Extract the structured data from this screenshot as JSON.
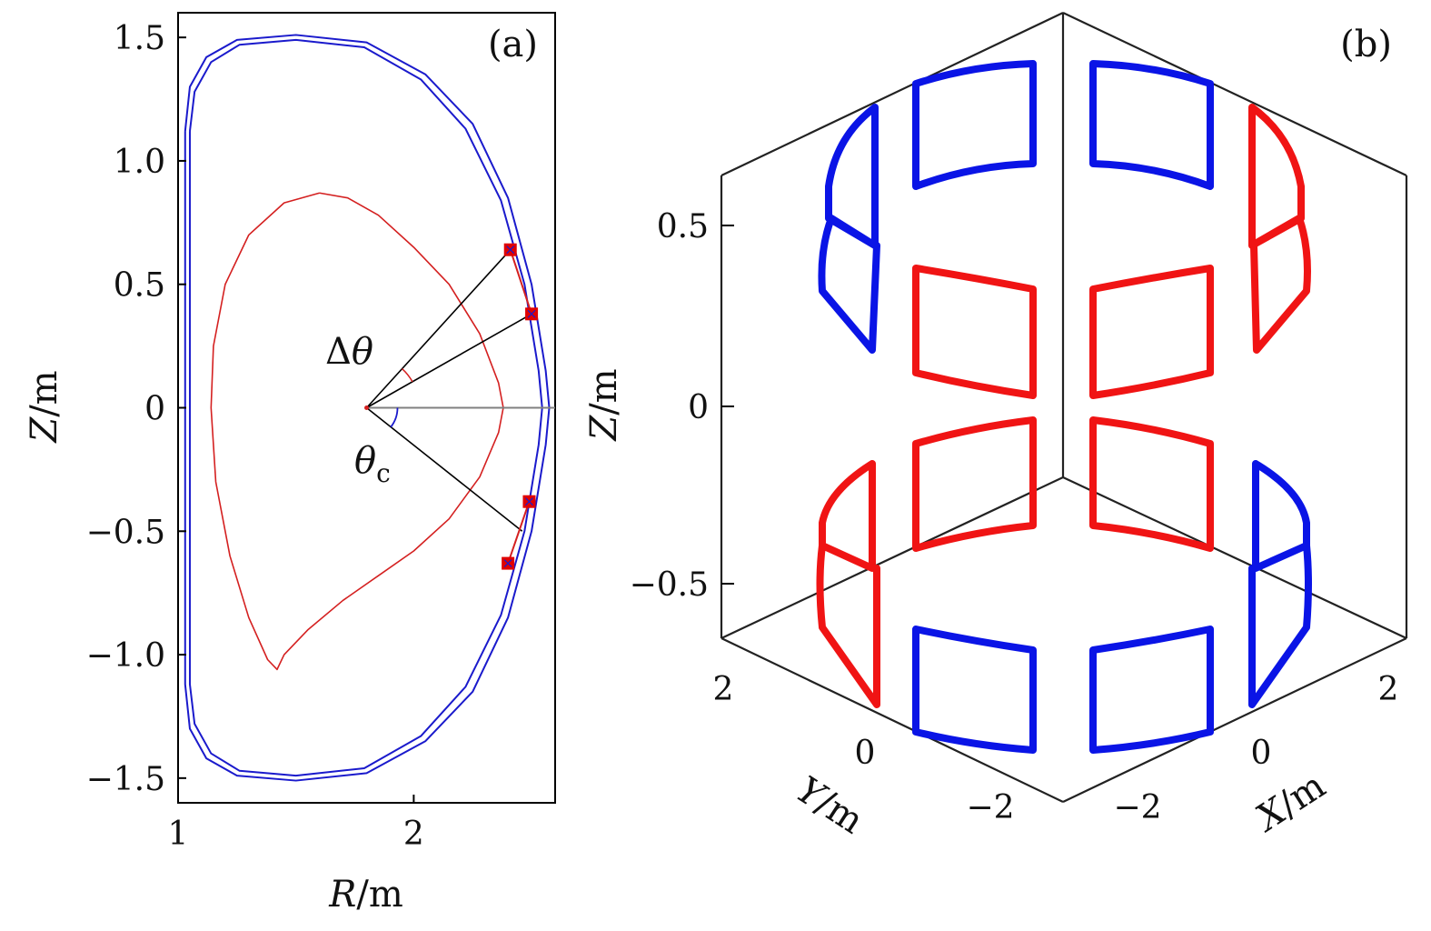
{
  "chart_data": [
    {
      "panel": "(a)",
      "type": "line",
      "xlabel": {
        "var": "R",
        "unit": "/m"
      },
      "ylabel": {
        "var": "Z",
        "unit": "/m"
      },
      "xlim": [
        1.0,
        2.6
      ],
      "ylim": [
        -1.6,
        1.6
      ],
      "x_ticks": [
        {
          "v": 1,
          "text": "1"
        },
        {
          "v": 2,
          "text": "2"
        }
      ],
      "y_ticks": [
        {
          "v": 1.5,
          "text": "1.5"
        },
        {
          "v": 1.0,
          "text": "1.0"
        },
        {
          "v": 0.5,
          "text": "0.5"
        },
        {
          "v": 0,
          "text": "0"
        },
        {
          "v": -0.5,
          "text": "−0.5"
        },
        {
          "v": -1.0,
          "text": "−1.0"
        },
        {
          "v": -1.5,
          "text": "−1.5"
        }
      ],
      "grid": false,
      "colors": {
        "wall": "#1a1acc",
        "plasma": "#d42020",
        "line": "#000000",
        "axis_line": "#808080",
        "marker": "#e00000"
      },
      "wall_outer": [
        [
          1.03,
          1.12
        ],
        [
          1.05,
          1.3
        ],
        [
          1.12,
          1.42
        ],
        [
          1.25,
          1.49
        ],
        [
          1.5,
          1.51
        ],
        [
          1.8,
          1.48
        ],
        [
          2.05,
          1.35
        ],
        [
          2.25,
          1.15
        ],
        [
          2.4,
          0.85
        ],
        [
          2.5,
          0.5
        ],
        [
          2.56,
          0.15
        ],
        [
          2.575,
          0.0
        ],
        [
          2.56,
          -0.15
        ],
        [
          2.5,
          -0.5
        ],
        [
          2.4,
          -0.85
        ],
        [
          2.25,
          -1.15
        ],
        [
          2.05,
          -1.35
        ],
        [
          1.8,
          -1.48
        ],
        [
          1.5,
          -1.51
        ],
        [
          1.25,
          -1.49
        ],
        [
          1.12,
          -1.42
        ],
        [
          1.05,
          -1.3
        ],
        [
          1.03,
          -1.12
        ],
        [
          1.03,
          1.12
        ]
      ],
      "wall_inner": [
        [
          1.05,
          1.12
        ],
        [
          1.07,
          1.28
        ],
        [
          1.14,
          1.4
        ],
        [
          1.26,
          1.47
        ],
        [
          1.5,
          1.49
        ],
        [
          1.79,
          1.46
        ],
        [
          2.03,
          1.33
        ],
        [
          2.22,
          1.13
        ],
        [
          2.37,
          0.84
        ],
        [
          2.47,
          0.5
        ],
        [
          2.53,
          0.15
        ],
        [
          2.545,
          0.0
        ],
        [
          2.53,
          -0.15
        ],
        [
          2.47,
          -0.5
        ],
        [
          2.37,
          -0.84
        ],
        [
          2.22,
          -1.13
        ],
        [
          2.03,
          -1.33
        ],
        [
          1.79,
          -1.46
        ],
        [
          1.5,
          -1.49
        ],
        [
          1.26,
          -1.47
        ],
        [
          1.14,
          -1.4
        ],
        [
          1.07,
          -1.28
        ],
        [
          1.05,
          -1.12
        ],
        [
          1.05,
          1.12
        ]
      ],
      "plasma_boundary": [
        [
          1.6,
          0.87
        ],
        [
          1.72,
          0.85
        ],
        [
          1.85,
          0.78
        ],
        [
          2.0,
          0.65
        ],
        [
          2.15,
          0.5
        ],
        [
          2.28,
          0.3
        ],
        [
          2.36,
          0.1
        ],
        [
          2.38,
          0.0
        ],
        [
          2.36,
          -0.1
        ],
        [
          2.28,
          -0.28
        ],
        [
          2.15,
          -0.45
        ],
        [
          2.0,
          -0.58
        ],
        [
          1.85,
          -0.68
        ],
        [
          1.7,
          -0.78
        ],
        [
          1.55,
          -0.9
        ],
        [
          1.45,
          -1.0
        ],
        [
          1.42,
          -1.06
        ],
        [
          1.38,
          -1.02
        ],
        [
          1.3,
          -0.85
        ],
        [
          1.22,
          -0.6
        ],
        [
          1.16,
          -0.3
        ],
        [
          1.14,
          0.0
        ],
        [
          1.15,
          0.25
        ],
        [
          1.2,
          0.5
        ],
        [
          1.3,
          0.7
        ],
        [
          1.45,
          0.83
        ],
        [
          1.6,
          0.87
        ]
      ],
      "center": [
        1.8,
        0.0
      ],
      "coil_points": [
        [
          2.41,
          0.64
        ],
        [
          2.5,
          0.38
        ],
        [
          2.49,
          -0.38
        ],
        [
          2.4,
          -0.63
        ]
      ],
      "rays_to": [
        [
          2.41,
          0.64
        ],
        [
          2.5,
          0.38
        ],
        [
          2.46,
          -0.5
        ]
      ],
      "horizontal_line": {
        "from": [
          1.8,
          0.0
        ],
        "to": [
          2.6,
          0.0
        ]
      },
      "annotations": {
        "delta_theta": {
          "symbol": "Δ",
          "var": "θ"
        },
        "theta_c": {
          "var": "θ",
          "sub": "c"
        }
      }
    },
    {
      "panel": "(b)",
      "type": "line",
      "projection": "3d",
      "xlabel": {
        "var": "X",
        "unit": "/m"
      },
      "ylabel": {
        "var": "Y",
        "unit": "/m"
      },
      "zlabel": {
        "var": "Z",
        "unit": "/m"
      },
      "x_ticks": [
        {
          "v": -2,
          "text": "−2"
        },
        {
          "v": 0,
          "text": "0"
        },
        {
          "v": 2,
          "text": "2"
        }
      ],
      "y_ticks": [
        {
          "v": -2,
          "text": "−2"
        },
        {
          "v": 0,
          "text": "0"
        },
        {
          "v": 2,
          "text": "2"
        }
      ],
      "z_ticks": [
        {
          "v": 0.5,
          "text": "0.5"
        },
        {
          "v": 0,
          "text": "0"
        },
        {
          "v": -0.5,
          "text": "−0.5"
        }
      ],
      "colors": {
        "blue": "#0a14e6",
        "red": "#f01414",
        "box": "#222222"
      },
      "coil_rows": [
        {
          "z_range": [
            0.38,
            0.64
          ],
          "faces": [
            "blue-bent",
            "blue",
            "blue",
            "red-bent"
          ]
        },
        {
          "z_range": [
            0.0,
            0.38
          ],
          "faces": [
            null,
            "red",
            "red",
            null
          ]
        },
        {
          "z_range": [
            -0.38,
            0.0
          ],
          "faces": [
            "red-bent",
            "red",
            "red",
            "blue-bent"
          ]
        },
        {
          "z_range": [
            -0.64,
            -0.38
          ],
          "faces": [
            "red-bent",
            "blue",
            "blue",
            "blue-bent"
          ]
        }
      ]
    }
  ],
  "labels": {
    "panel_a": "(a)",
    "panel_b": "(b)"
  }
}
